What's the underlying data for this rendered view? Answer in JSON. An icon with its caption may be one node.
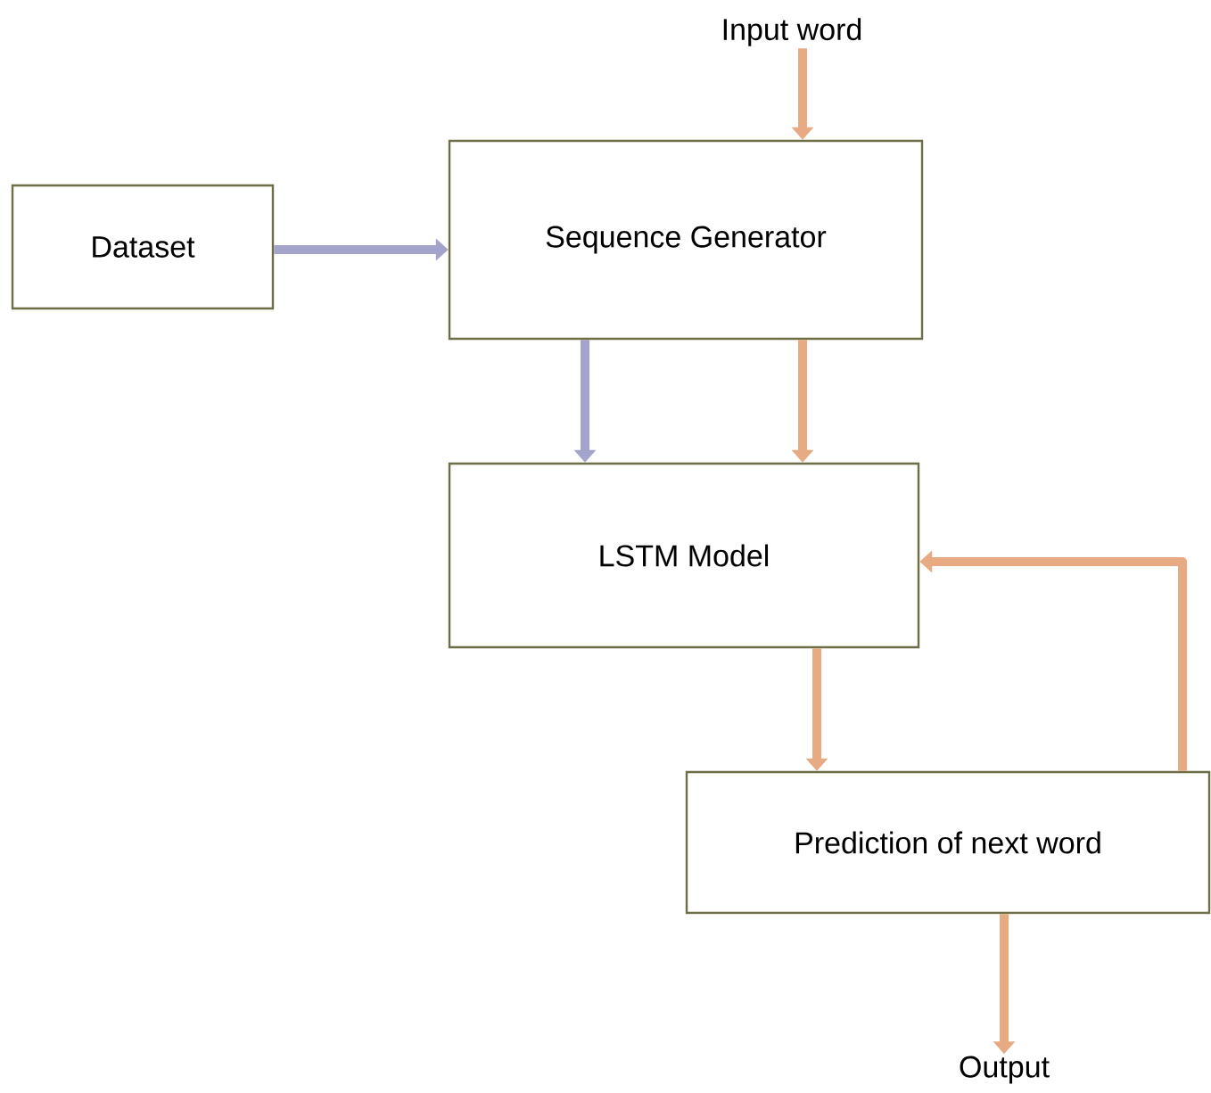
{
  "diagram": {
    "nodes": [
      {
        "text": [
          "Input word"
        ]
      },
      {
        "text": [
          "Dataset"
        ]
      },
      {
        "text": [
          "Sequence Generator"
        ]
      },
      {
        "text": [
          "LSTM Model"
        ]
      },
      {
        "text": [
          "Prediction of next word"
        ]
      },
      {
        "text": [
          "Output"
        ]
      }
    ],
    "edges": [
      {
        "from": 0,
        "to": 2,
        "arrow": "to"
      },
      {
        "from": 1,
        "to": 2,
        "arrow": "to",
        "color": "#a3a3cc"
      },
      {
        "from": 2,
        "to": 3,
        "arrow": "to",
        "color": "#a3a3cc"
      },
      {
        "from": 2,
        "to": 3,
        "arrow": "to"
      },
      {
        "from": 3,
        "to": 4,
        "arrow": "to"
      },
      {
        "from": 4,
        "to": 3,
        "arrow": "to"
      },
      {
        "from": 4,
        "to": 5,
        "arrow": "to"
      }
    ]
  }
}
